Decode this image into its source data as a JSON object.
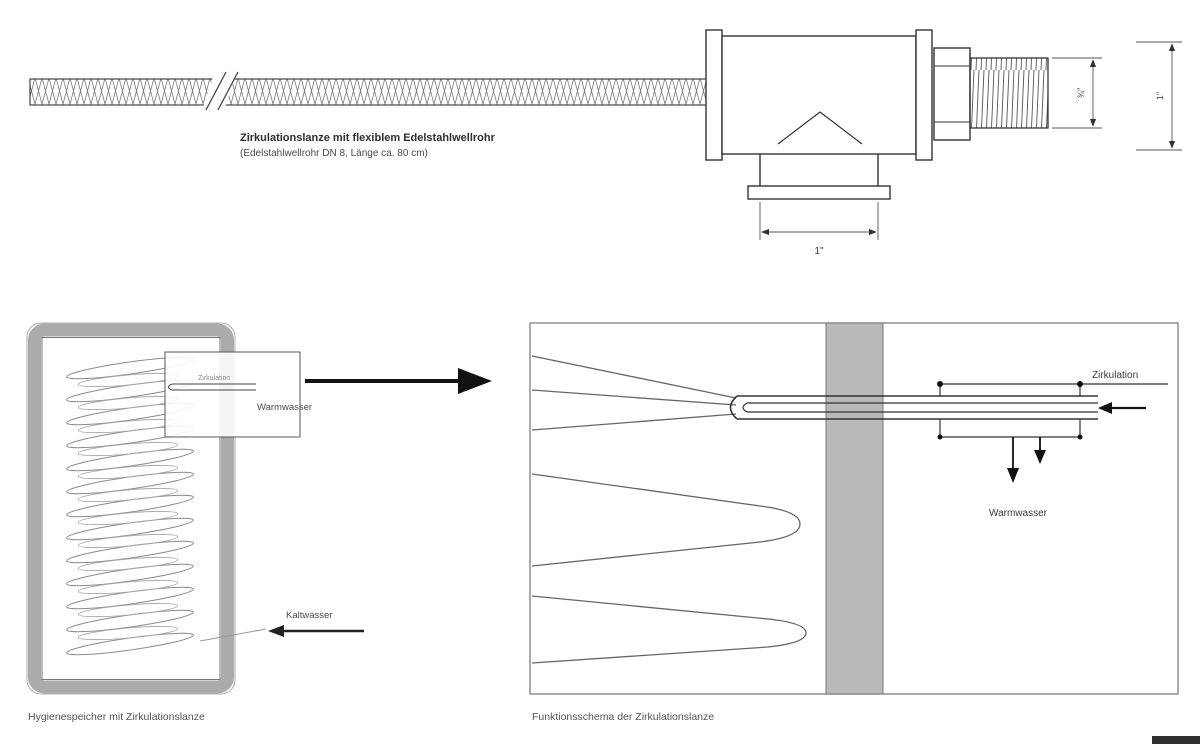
{
  "drawing": {
    "title": "Zirkulationslanze mit flexiblem Edelstahlwellrohr",
    "subtitle": "(Edelstahlwellrohr DN 8, Länge ca. 80 cm)",
    "dim_branch": "1\"",
    "dim_thread": "¾\"",
    "dim_right": "1\""
  },
  "tank": {
    "zoom_small_label": "Zirkulation",
    "zoom_label": "Warmwasser",
    "cold_water": "Kaltwasser",
    "caption": "Hygienespeicher mit Zirkulationslanze"
  },
  "schematic": {
    "circulation": "Zirkulation",
    "warm_water": "Warmwasser",
    "caption": "Funktionsschema der Zirkulationslanze"
  },
  "colors": {
    "line": "#3a3a3a",
    "tank_border": "#ababab",
    "wall": "#b9b9b9",
    "text": "#4a4a4a"
  }
}
